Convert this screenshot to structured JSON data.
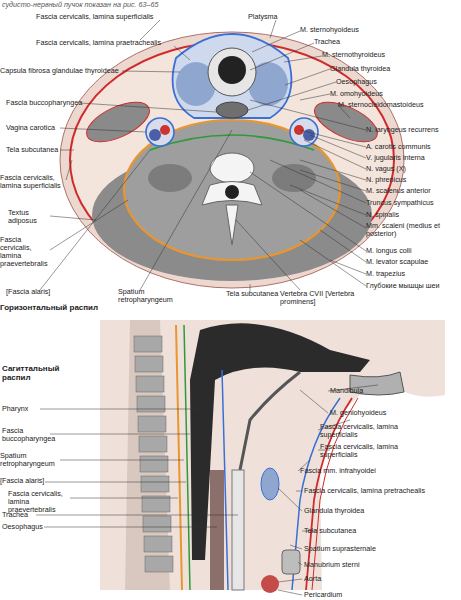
{
  "diagram": {
    "labels": [
      "судисто-нервный пучок показан на рис. 63–65",
      "Fascia cervicalis, lamina superficialis",
      "Platysma",
      "Fascia cervicalis, lamina praetrachealis",
      "M. sternohyoideus",
      "Trachea",
      "M. sternothyroideus",
      "Capsula fibrosa glandulae thyroideae",
      "Glandula thyroidea",
      "Oesophagus",
      "M. omohyoideus",
      "Fascia buccopharyngea",
      "M. sternocleidomastoideus",
      "Vagina carotica",
      "N. laryngeus recurrens",
      "Tela subcutanea",
      "A. carotis communis",
      "V. jugularis interna",
      "N. vagus (X)",
      "Fascia cervicalis, lamina superficialis",
      "N. phrenicus",
      "M. scalenus anterior",
      "Truncus sympathicus",
      "Textus adiposus",
      "N. spinalis",
      "Mm. scaleni (medius et posterior)",
      "Fascia cervicalis, lamina praevertebralis",
      "M. longus colli",
      "M. levator scapulae",
      "[Fascia alaris]",
      "Spatium retropharyngeum",
      "Tela subcutanea",
      "Vertebra CVII [Vertebra prominens]",
      "M. trapezius",
      "Глубокие мышцы шеи",
      "Горизонтальный распил",
      "Сагиттальный распил",
      "Pharynx",
      "Fascia buccopharyngea",
      "Spatium retropharyngeum",
      "[Fascia alaris]",
      "Fascia cervicalis, lamina praevertebralis",
      "Trachea",
      "Oesophagus",
      "Mandibula",
      "M. geniohyoideus",
      "Fascia cervicalis, lamina superficialis",
      "Fascia cervicalis, lamina superficialis",
      "Fascia mm. infrahyoidei",
      "Fascia cervicalis, lamina pretrachealis",
      "Glandula thyroidea",
      "Tela subcutanea",
      "Spatium suprasternale",
      "Manubrium sterni",
      "Aorta",
      "Pericardium"
    ]
  }
}
